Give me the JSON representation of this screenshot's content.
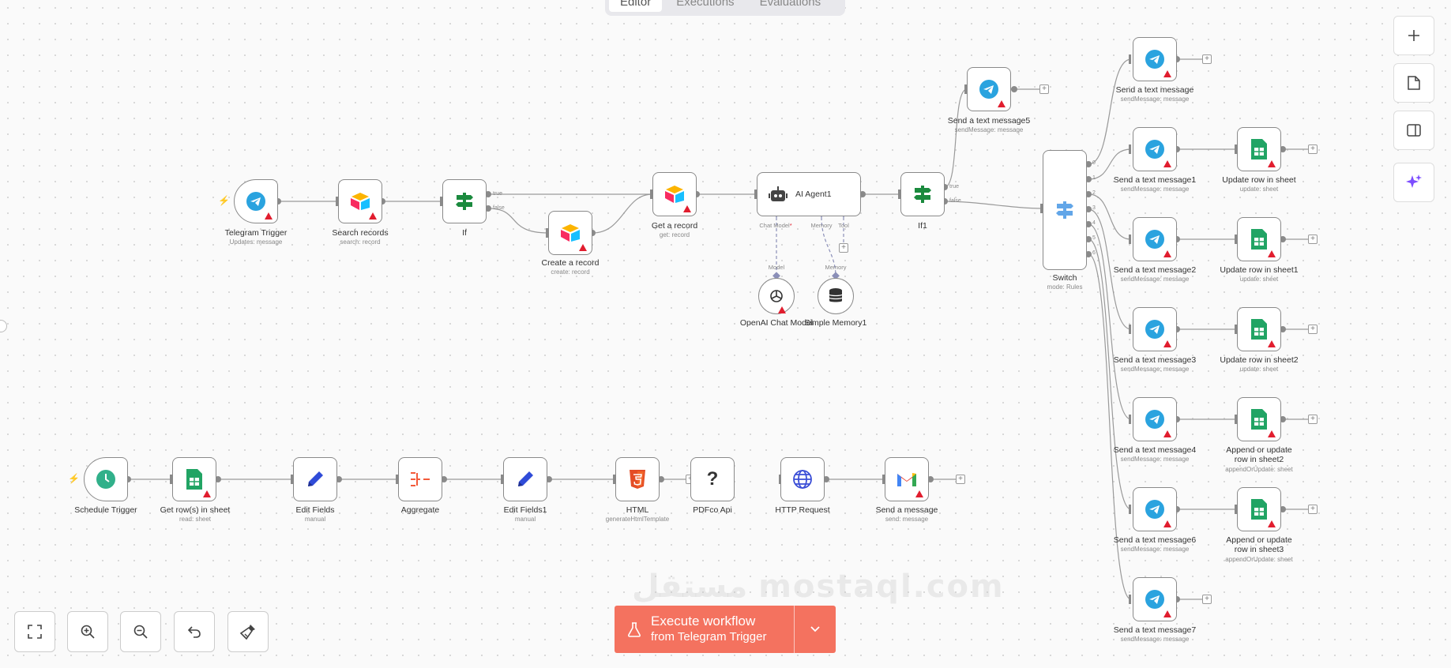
{
  "tabs": [
    "Editor",
    "Executions",
    "Evaluations"
  ],
  "nodes": {
    "telegram_trigger": {
      "label": "Telegram Trigger",
      "sub": "Updates: message"
    },
    "search_records": {
      "label": "Search records",
      "sub": "search: record"
    },
    "if": {
      "label": "If",
      "sub": ""
    },
    "create_record": {
      "label": "Create a record",
      "sub": "create: record"
    },
    "get_record": {
      "label": "Get a record",
      "sub": "get: record"
    },
    "ai_agent": {
      "label": "AI Agent1"
    },
    "openai": {
      "label": "OpenAI Chat Model"
    },
    "memory": {
      "label": "Simple Memory1"
    },
    "if1": {
      "label": "If1",
      "sub": ""
    },
    "send5": {
      "label": "Send a text message5",
      "sub": "sendMessage: message"
    },
    "switch": {
      "label": "Switch",
      "sub": "mode: Rules"
    },
    "send": {
      "label": "Send a text message",
      "sub": "sendMessage: message"
    },
    "send1": {
      "label": "Send a text message1",
      "sub": "sendMessage: message"
    },
    "send2": {
      "label": "Send a text message2",
      "sub": "sendMessage: message"
    },
    "send3": {
      "label": "Send a text message3",
      "sub": "sendMessage: message"
    },
    "send4": {
      "label": "Send a text message4",
      "sub": "sendMessage: message"
    },
    "send6": {
      "label": "Send a text message6",
      "sub": "sendMessage: message"
    },
    "send7": {
      "label": "Send a text message7",
      "sub": "sendMessage: message"
    },
    "update_row": {
      "label": "Update row in sheet",
      "sub": "update: sheet"
    },
    "update_row1": {
      "label": "Update row in sheet1",
      "sub": "update: sheet"
    },
    "update_row2": {
      "label": "Update row in sheet2",
      "sub": "update: sheet"
    },
    "append2": {
      "label": "Append or update row in sheet2",
      "sub": "appendOrUpdate: sheet"
    },
    "append3": {
      "label": "Append or update row in sheet3",
      "sub": "appendOrUpdate: sheet"
    },
    "schedule": {
      "label": "Schedule Trigger",
      "sub": ""
    },
    "get_rows": {
      "label": "Get row(s) in sheet",
      "sub": "read: sheet"
    },
    "edit_fields": {
      "label": "Edit Fields",
      "sub": "manual"
    },
    "aggregate": {
      "label": "Aggregate",
      "sub": ""
    },
    "edit_fields1": {
      "label": "Edit Fields1",
      "sub": "manual"
    },
    "html": {
      "label": "HTML",
      "sub": "generateHtmlTemplate"
    },
    "pdfco": {
      "label": "PDFco Api",
      "sub": ""
    },
    "http": {
      "label": "HTTP Request",
      "sub": ""
    },
    "gmail": {
      "label": "Send a message",
      "sub": "send: message"
    }
  },
  "port_labels": {
    "true": "true",
    "false": "false",
    "chat_model": "Chat Model",
    "chat_model_required": "*",
    "memory": "Memory",
    "tool": "Tool",
    "model_in": "Model",
    "memory_in": "Memory",
    "switch_outputs": [
      "0",
      "1",
      "2",
      "3",
      "4",
      "5",
      "6"
    ]
  },
  "execute": {
    "line1": "Execute workflow",
    "line2": "from Telegram Trigger"
  },
  "watermark": "مستقل mostaql.com",
  "colors": {
    "accent": "#f4725f",
    "telegram": "#2aa3df",
    "sheets": "#21a464",
    "warning": "#e11d2e",
    "if_green": "#1b8a3e"
  }
}
